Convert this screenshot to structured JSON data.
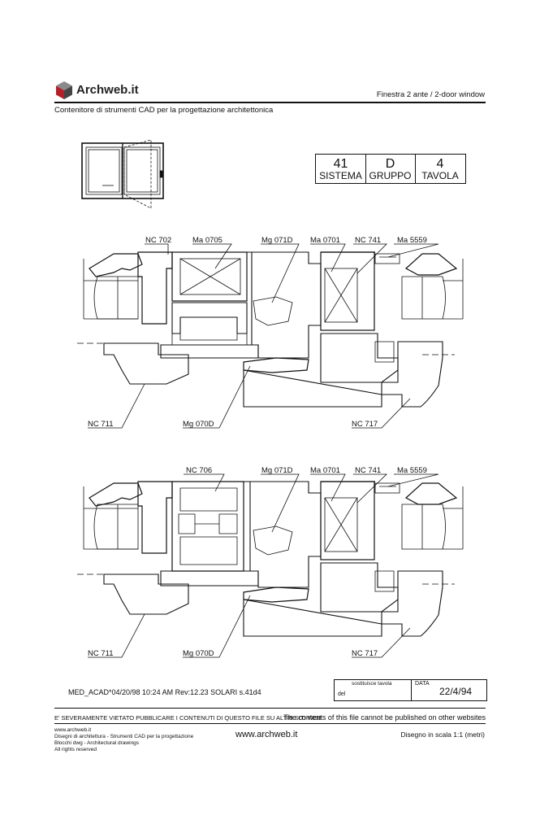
{
  "header": {
    "brand": "Archweb.it",
    "title": "Finestra 2 ante  /  2-door window",
    "subtitle": "Contenitore di strumenti CAD per la progettazione architettonica"
  },
  "code_table": [
    {
      "value": "41",
      "label": "SISTEMA"
    },
    {
      "value": "D",
      "label": "GRUPPO"
    },
    {
      "value": "4",
      "label": "TAVOLA"
    }
  ],
  "section1": {
    "top_labels": [
      "NC 702",
      "Ma 0705",
      "Mg 071D",
      "Ma 0701",
      "NC 741",
      "Ma 5559"
    ],
    "bottom_labels": [
      "NC 711",
      "Mg 070D",
      "NC 717"
    ]
  },
  "section2": {
    "top_labels": [
      "NC 706",
      "Mg 071D",
      "Ma 0701",
      "NC 741",
      "Ma 5559"
    ],
    "bottom_labels": [
      "NC 711",
      "Mg 070D",
      "NC 717"
    ]
  },
  "footer": {
    "file_ref": "MED_ACAD*04/20/98 10:24 AM Rev:12.23  SOLARI s.41d4",
    "replaces_label": "sostituisce tavola",
    "del_label": "del",
    "data_label": "DATA",
    "date": "22/4/94",
    "warning_it": "E' SEVERAMENTE VIETATO PUBBLICARE I CONTENUTI DI QUESTO FILE SU ALTRI SITI WEB",
    "warning_en": "The contents of this file cannot be published on other websites",
    "credits": [
      "www.archweb.it",
      "Disegni di architettura - Strumenti CAD  per la progettazione",
      "Blocchi dwg - Architectural drawings",
      "All rights reserved"
    ],
    "website": "www.archweb.it",
    "scale": "Disegno in scala 1:1 (metri)"
  },
  "colors": {
    "ink": "#111111",
    "logo_red": "#b3202a",
    "logo_grey": "#555555"
  }
}
